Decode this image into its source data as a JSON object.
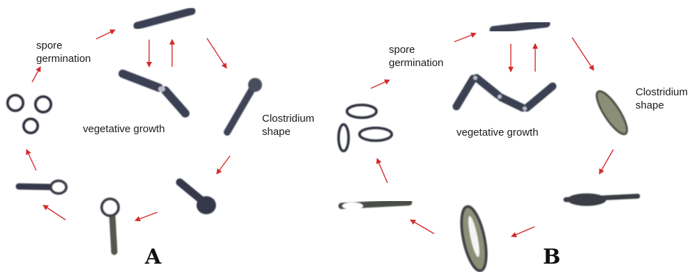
{
  "colors": {
    "arrow": "#d52a2a",
    "cell_body": "#3a3f52",
    "cell_light": "#8c8f78",
    "spore": "#ffffff",
    "background": "#ffffff"
  },
  "panel_a": {
    "letter": "A",
    "labels": {
      "spore_line1": "spore",
      "spore_line2": "germination",
      "vegetative": "vegetative growth",
      "clostridium_line1": "Clostridium",
      "clostridium_line2": "shape"
    }
  },
  "panel_b": {
    "letter": "B",
    "labels": {
      "spore_line1": "spore",
      "spore_line2": "germination",
      "vegetative": "vegetative growth",
      "clostridium_line1": "Clostridium",
      "clostridium_line2": "shape"
    }
  }
}
